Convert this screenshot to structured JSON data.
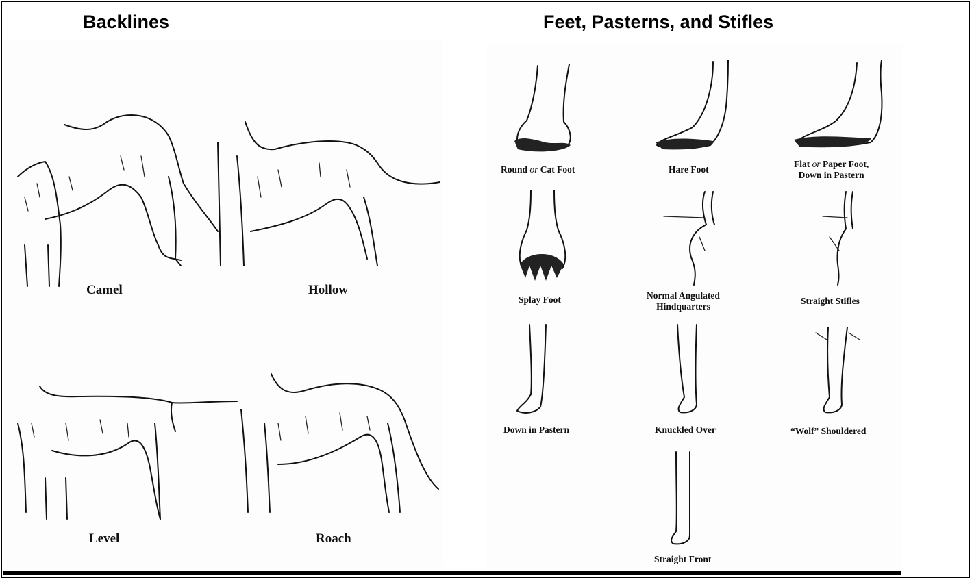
{
  "headings": {
    "backlines": "Backlines",
    "feet": "Feet, Pasterns, and Stifles"
  },
  "backlines": [
    {
      "key": "camel",
      "label": "Camel"
    },
    {
      "key": "hollow",
      "label": "Hollow"
    },
    {
      "key": "level",
      "label": "Level"
    },
    {
      "key": "roach",
      "label": "Roach"
    }
  ],
  "feet": {
    "round": {
      "a": "Round",
      "b": "or",
      "c": "Cat Foot"
    },
    "hare": {
      "label": "Hare Foot"
    },
    "flat": {
      "a": "Flat",
      "b": "or",
      "c": "Paper Foot,",
      "line2": "Down in Pastern"
    },
    "splay": {
      "label": "Splay Foot"
    },
    "normal": {
      "line1": "Normal Angulated",
      "line2": "Hindquarters"
    },
    "straight_stifles": {
      "label": "Straight Stifles"
    },
    "down_pastern": {
      "label": "Down in Pastern"
    },
    "knuckled": {
      "label": "Knuckled Over"
    },
    "wolf": {
      "label": "“Wolf” Shouldered"
    },
    "straight_front": {
      "label": "Straight Front"
    }
  }
}
